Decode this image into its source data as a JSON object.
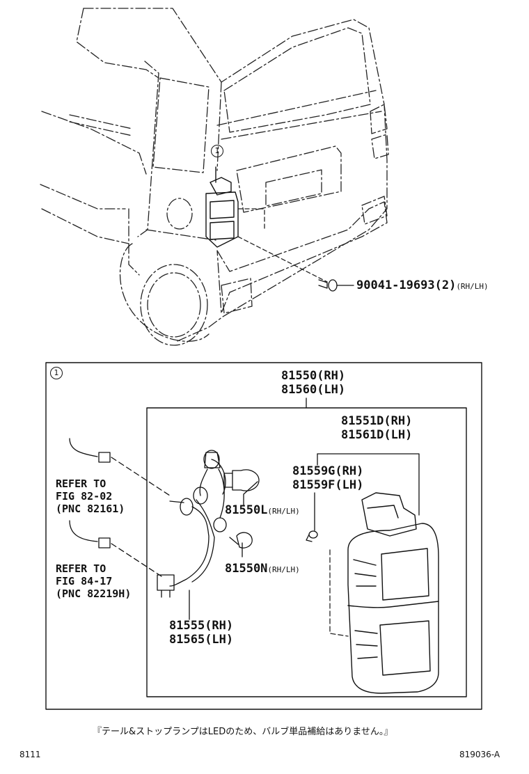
{
  "top_view": {
    "callout_marker": "1",
    "screw": {
      "number": "90041-19693",
      "qty": "(2)",
      "side": "(RH/LH)"
    }
  },
  "detail_panel": {
    "callout_marker": "1",
    "assembly": {
      "rh": "81550",
      "rh_side": "(RH)",
      "lh": "81560",
      "lh_side": "(LH)"
    },
    "lens_body": {
      "rh": "81551D",
      "rh_side": "(RH)",
      "lh": "81561D",
      "lh_side": "(LH)"
    },
    "clip": {
      "rh": "81559G",
      "rh_side": "(RH)",
      "lh": "81559F",
      "lh_side": "(LH)"
    },
    "bulb_l": {
      "number": "81550L",
      "side": "(RH/LH)"
    },
    "bulb_n": {
      "number": "81550N",
      "side": "(RH/LH)"
    },
    "socket_wire": {
      "rh": "81555",
      "rh_side": "(RH)",
      "lh": "81565",
      "lh_side": "(LH)"
    },
    "ref1": {
      "line1": "REFER TO",
      "line2": "FIG 82-02",
      "line3": "(PNC 82161)"
    },
    "ref2": {
      "line1": "REFER TO",
      "line2": "FIG 84-17",
      "line3": "(PNC 82219H)"
    }
  },
  "note": "『テール&ストップランプはLEDのため、バルブ単品補給はありません。』",
  "footer": {
    "left": "8111",
    "right": "819036-A"
  }
}
